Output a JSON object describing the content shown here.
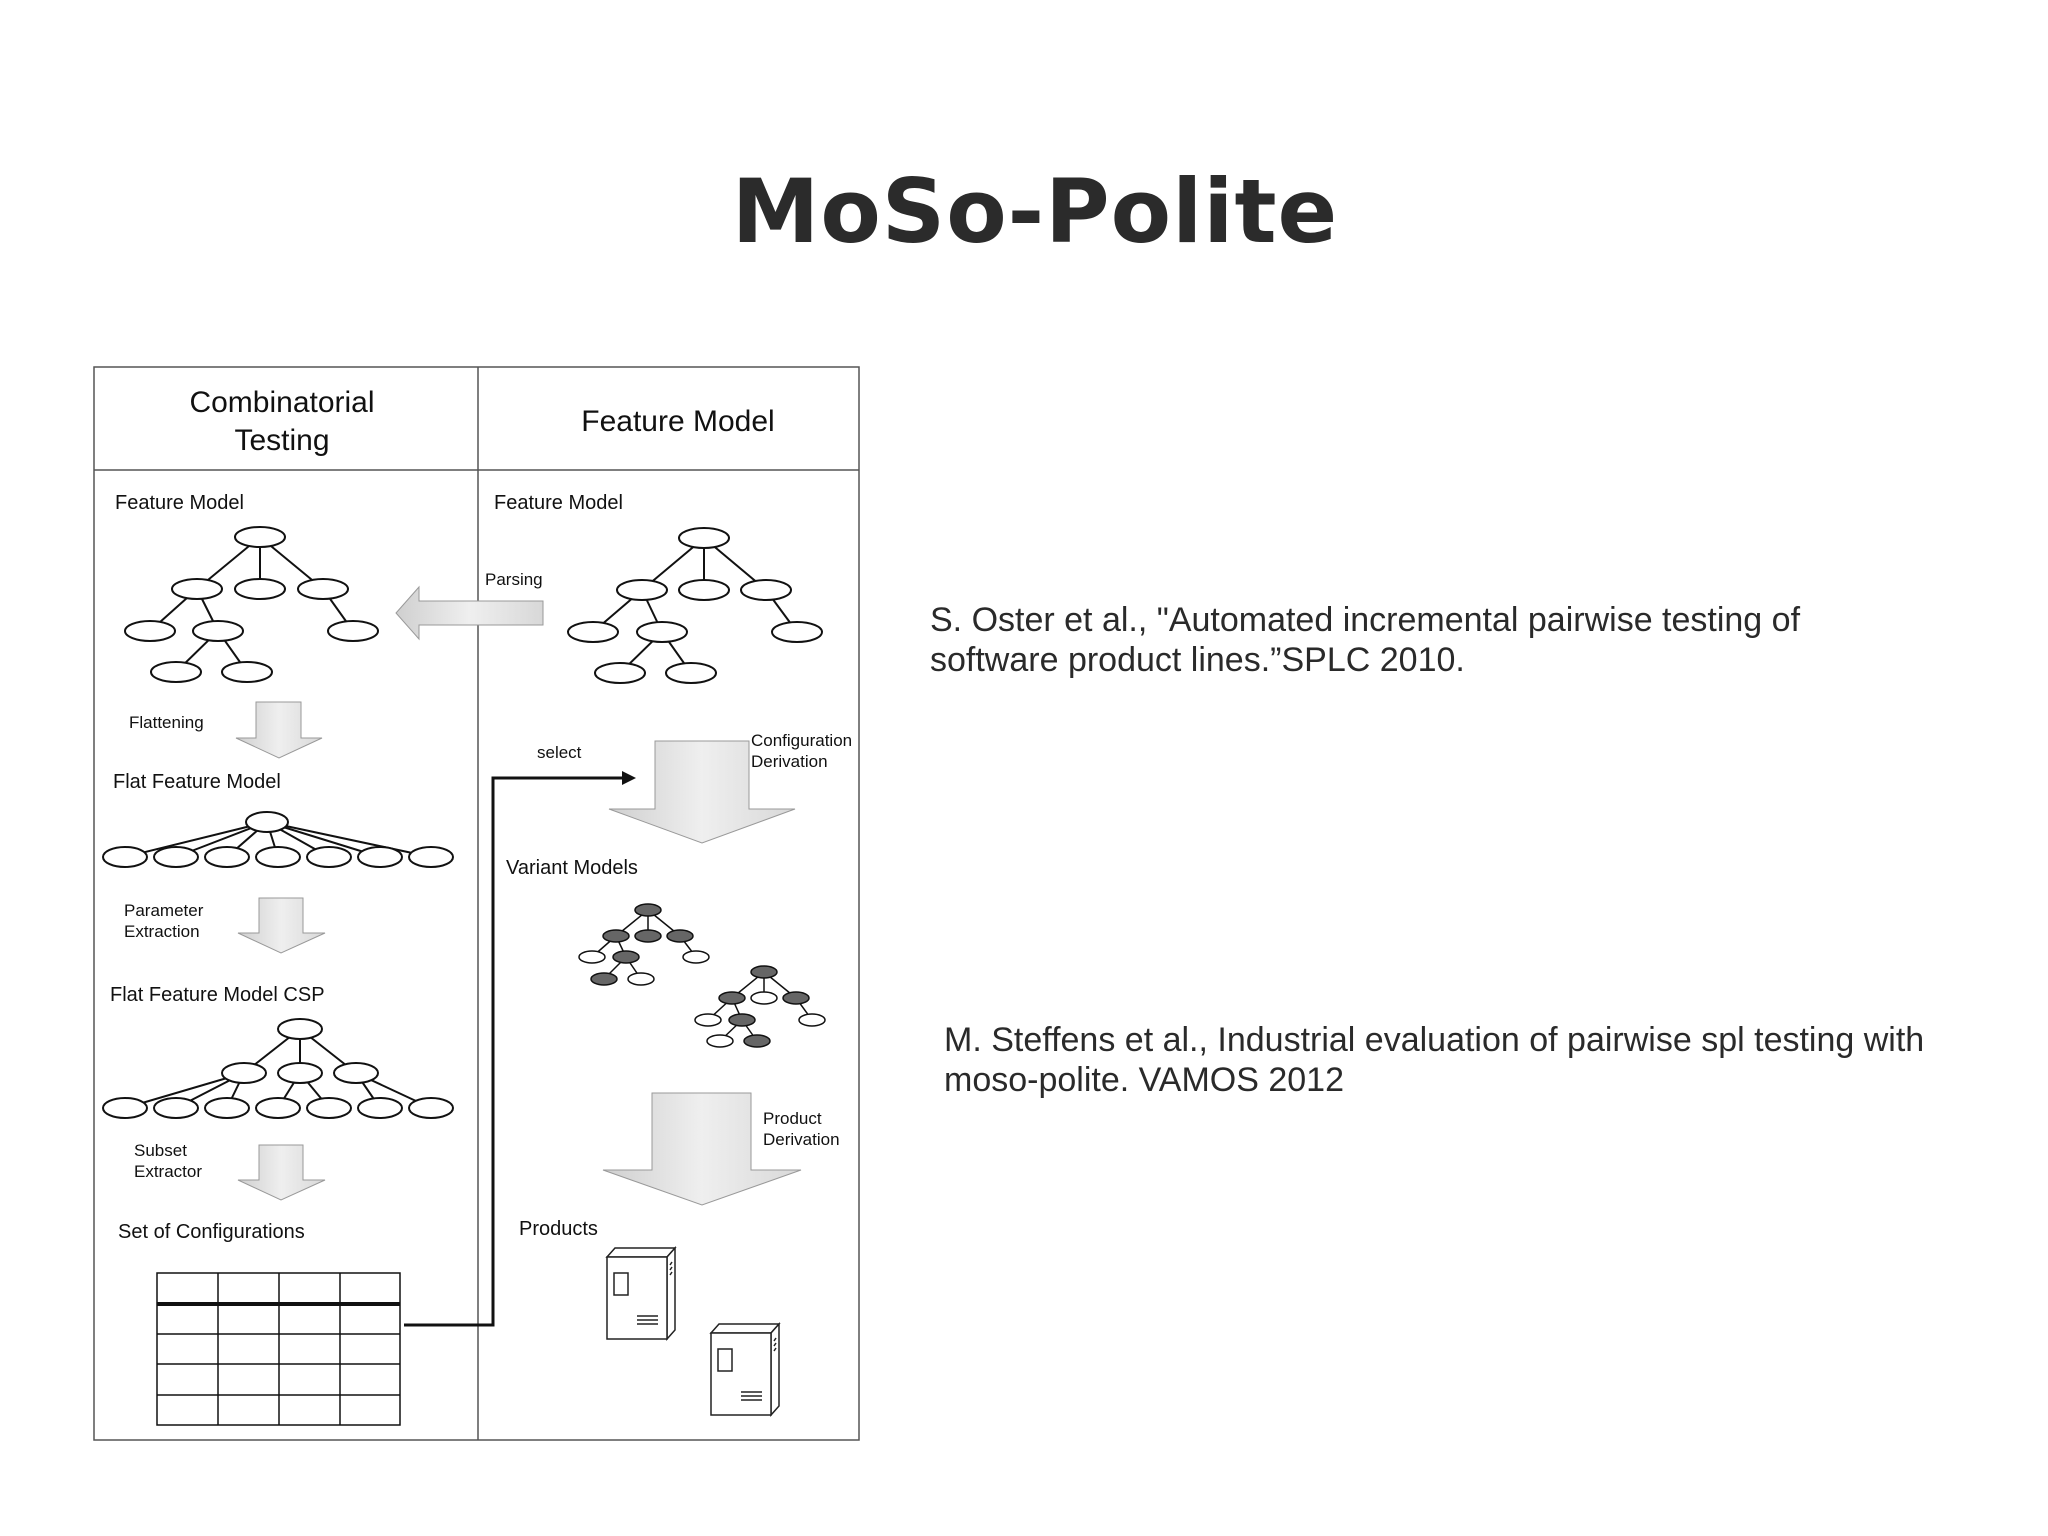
{
  "slide": {
    "title": "MoSo-Polite"
  },
  "diagram": {
    "left_header_line1": "Combinatorial",
    "left_header_line2": "Testing",
    "right_header": "Feature Model",
    "left_feature_model": "Feature Model",
    "right_feature_model": "Feature Model",
    "parsing": "Parsing",
    "flattening": "Flattening",
    "flat_feature_model": "Flat Feature Model",
    "parameter_extraction_1": "Parameter",
    "parameter_extraction_2": "Extraction",
    "flat_feature_model_csp": "Flat Feature Model CSP",
    "subset_extractor_1": "Subset",
    "subset_extractor_2": "Extractor",
    "set_of_configurations": "Set of Configurations",
    "select": "select",
    "configuration_derivation_1": "Configuration",
    "configuration_derivation_2": "Derivation",
    "variant_models": "Variant Models",
    "product_derivation_1": "Product",
    "product_derivation_2": "Derivation",
    "products": "Products"
  },
  "references": [
    "S. Oster et al., \"Automated incremental pairwise testing of software product lines.”SPLC 2010.",
    "M. Steffens et al., Industrial evaluation of pairwise spl testing with moso-polite. VAMOS 2012"
  ]
}
